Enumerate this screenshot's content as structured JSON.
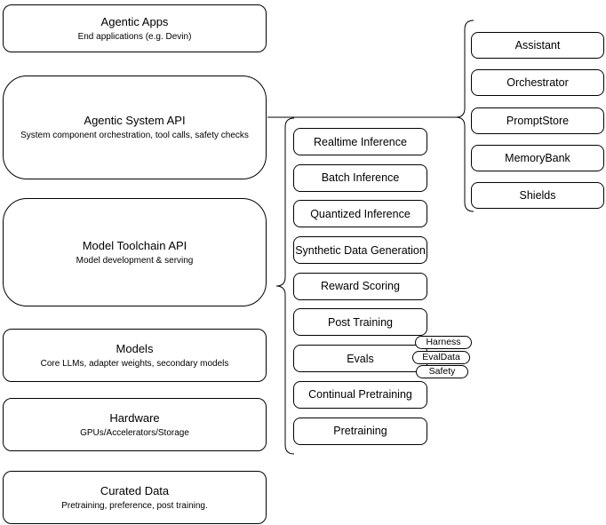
{
  "diagram": {
    "colors": {
      "stroke": "#000000",
      "fill": "#ffffff",
      "text": "#000000"
    },
    "left_stack": [
      {
        "title": "Agentic Apps",
        "subtitle": "End applications (e.g. Devin)"
      },
      {
        "title": "Agentic System API",
        "subtitle": "System component orchestration, tool calls, safety checks"
      },
      {
        "title": "Model Toolchain API",
        "subtitle": "Model development & serving"
      },
      {
        "title": "Models",
        "subtitle": "Core LLMs, adapter weights, secondary models"
      },
      {
        "title": "Hardware",
        "subtitle": "GPUs/Accelerators/Storage"
      },
      {
        "title": "Curated Data",
        "subtitle": "Pretraining, preference, post training."
      }
    ],
    "toolchain_items": [
      "Realtime Inference",
      "Batch Inference",
      "Quantized Inference",
      "Synthetic Data Generation",
      "Reward Scoring",
      "Post Training",
      "Evals",
      "Continual Pretraining",
      "Pretraining"
    ],
    "eval_badges": [
      "Harness",
      "EvalData",
      "Safety"
    ],
    "system_components": [
      "Assistant",
      "Orchestrator",
      "PromptStore",
      "MemoryBank",
      "Shields"
    ]
  }
}
